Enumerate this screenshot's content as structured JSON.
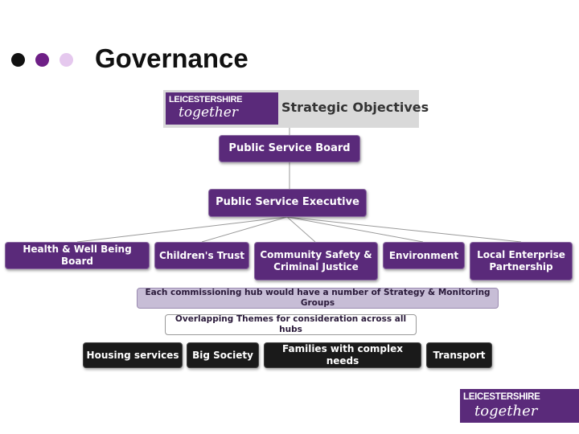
{
  "slide": {
    "title": "Governance",
    "dot_colors": [
      "#111111",
      "#6e1f86",
      "#e5c8ee"
    ]
  },
  "header": {
    "logo_line1": "LEICESTERSHIRE",
    "logo_line2": "together",
    "label": "Strategic Objectives"
  },
  "boards": {
    "board": "Public Service Board",
    "executive": "Public Service Executive"
  },
  "hubs": [
    {
      "line1": "Health & Well Being Board",
      "line2": ""
    },
    {
      "line1": "Children's Trust",
      "line2": ""
    },
    {
      "line1": "Community Safety &",
      "line2": "Criminal Justice"
    },
    {
      "line1": "Environment",
      "line2": ""
    },
    {
      "line1": "Local Enterprise",
      "line2": "Partnership"
    }
  ],
  "notes": {
    "commissioning": "Each commissioning hub would have a number of Strategy & Monitoring Groups",
    "themes": "Overlapping Themes for consideration across all hubs"
  },
  "themes": [
    "Housing services",
    "Big Society",
    "Families with complex needs",
    "Transport"
  ],
  "footer_logo": {
    "line1": "LEICESTERSHIRE",
    "line2": "together"
  }
}
